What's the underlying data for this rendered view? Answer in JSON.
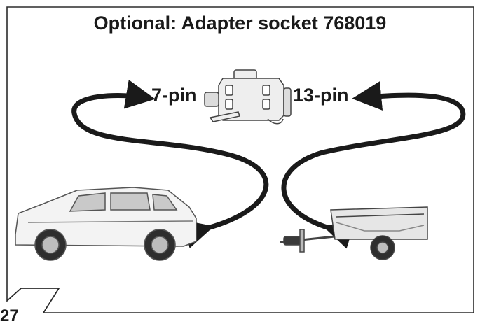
{
  "diagram": {
    "title": "Optional: Adapter socket 768019",
    "left_label": "7-pin",
    "right_label": "13-pin",
    "page_number": "27"
  },
  "colors": {
    "line": "#1a1a1a",
    "frame": "#2b2b2b",
    "vehicle_body": "#f3f3f3",
    "vehicle_outline": "#555555",
    "trailer_body": "#e6e6e6"
  },
  "icons": [
    "adapter-socket-icon",
    "car-icon",
    "trailer-icon",
    "arrow-icon"
  ]
}
